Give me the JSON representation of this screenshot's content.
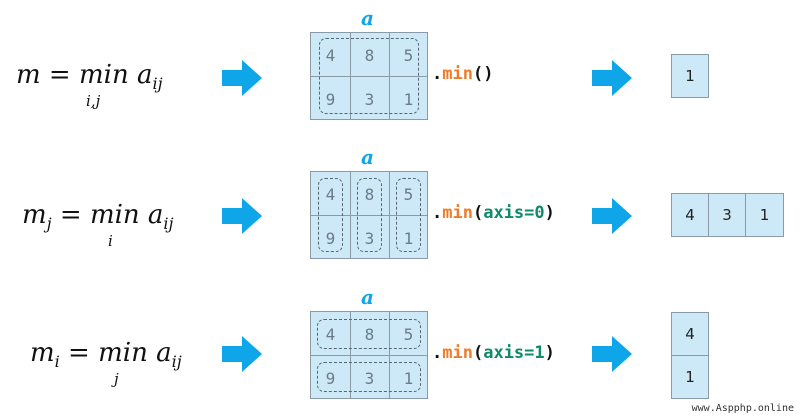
{
  "rows": [
    {
      "formula": {
        "main": "m = min a",
        "main_sub": "ij",
        "under": "i,j"
      },
      "label": "a",
      "cells": [
        "4",
        "8",
        "5",
        "9",
        "3",
        "1"
      ],
      "code": {
        "dot": ".",
        "fn": "min",
        "open": "(",
        "arg": "",
        "close": ")"
      },
      "result": [
        "1"
      ]
    },
    {
      "formula": {
        "main": "m",
        "main_lead_sub": "j",
        "main_rest": " = min a",
        "main_sub": "ij",
        "under": "i"
      },
      "label": "a",
      "cells": [
        "4",
        "8",
        "5",
        "9",
        "3",
        "1"
      ],
      "code": {
        "dot": ".",
        "fn": "min",
        "open": "(",
        "arg": "axis=0",
        "close": ")"
      },
      "result": [
        "4",
        "3",
        "1"
      ]
    },
    {
      "formula": {
        "main": "m",
        "main_lead_sub": "i",
        "main_rest": " = min a",
        "main_sub": "ij",
        "under": "j"
      },
      "label": "a",
      "cells": [
        "4",
        "8",
        "5",
        "9",
        "3",
        "1"
      ],
      "code": {
        "dot": ".",
        "fn": "min",
        "open": "(",
        "arg": "axis=1",
        "close": ")"
      },
      "result": [
        "4",
        "1"
      ]
    }
  ],
  "colors": {
    "arrow": "#0ea5e9",
    "cell_fill": "#cde9f7",
    "function": "#f07c2a",
    "keyword": "#0f8a6a",
    "label": "#0ea5e9"
  },
  "watermark": "www.Aspphp.online"
}
